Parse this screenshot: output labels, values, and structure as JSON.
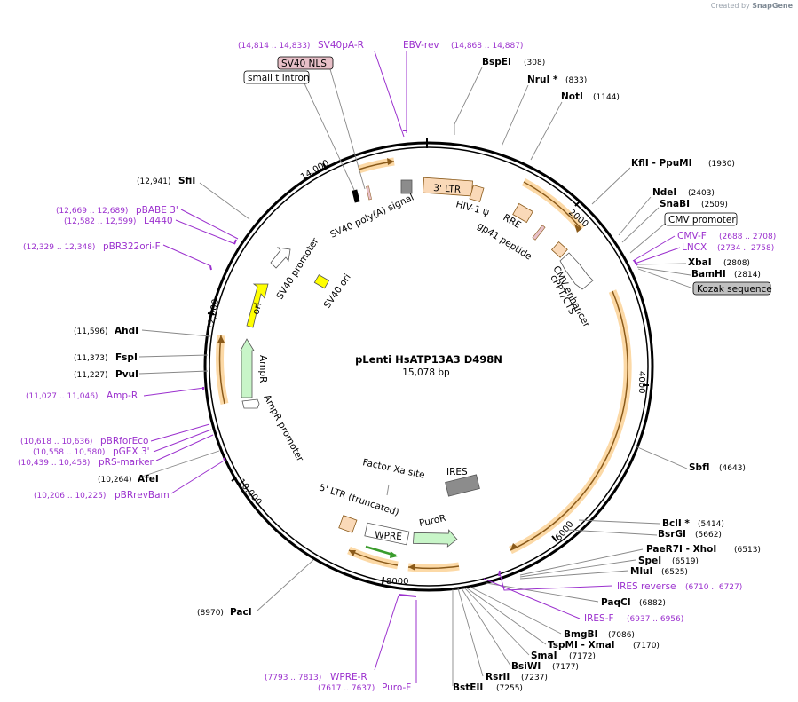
{
  "credit": {
    "prefix": "Created by",
    "brand": "SnapGene"
  },
  "plasmid": {
    "name": "pLenti HsATP13A3 D498N",
    "size_label": "15,078 bp"
  },
  "ticks": [
    "2000",
    "4000",
    "6000",
    "8000",
    "10,000",
    "12,000",
    "14,000"
  ],
  "enzymes": [
    {
      "name": "BspEI",
      "pos": "(308)"
    },
    {
      "name": "NruI *",
      "pos": "(833)"
    },
    {
      "name": "NotI",
      "pos": "(1144)"
    },
    {
      "name": "KflI - PpuMI",
      "pos": "(1930)"
    },
    {
      "name": "NdeI",
      "pos": "(2403)"
    },
    {
      "name": "SnaBI",
      "pos": "(2509)"
    },
    {
      "name": "XbaI",
      "pos": "(2808)"
    },
    {
      "name": "BamHI",
      "pos": "(2814)"
    },
    {
      "name": "SbfI",
      "pos": "(4643)"
    },
    {
      "name": "BclI *",
      "pos": "(5414)"
    },
    {
      "name": "BsrGI",
      "pos": "(5662)"
    },
    {
      "name": "PaeR7I - XhoI",
      "pos": "(6513)"
    },
    {
      "name": "SpeI",
      "pos": "(6519)"
    },
    {
      "name": "MluI",
      "pos": "(6525)"
    },
    {
      "name": "PaqCI",
      "pos": "(6882)"
    },
    {
      "name": "BmgBI",
      "pos": "(7086)"
    },
    {
      "name": "TspMI - XmaI",
      "pos": "(7170)"
    },
    {
      "name": "SmaI",
      "pos": "(7172)"
    },
    {
      "name": "BsiWI",
      "pos": "(7177)"
    },
    {
      "name": "RsrII",
      "pos": "(7237)"
    },
    {
      "name": "BstEII",
      "pos": "(7255)"
    },
    {
      "name": "PacI",
      "pos": "(8970)"
    },
    {
      "name": "AfeI",
      "pos": "(10,264)"
    },
    {
      "name": "PvuI",
      "pos": "(11,227)"
    },
    {
      "name": "FspI",
      "pos": "(11,373)"
    },
    {
      "name": "AhdI",
      "pos": "(11,596)"
    },
    {
      "name": "SfiI",
      "pos": "(12,941)"
    }
  ],
  "primers": [
    {
      "name": "SV40pA-R",
      "pos": "(14,814 .. 14,833)"
    },
    {
      "name": "EBV-rev",
      "pos": "(14,868 .. 14,887)"
    },
    {
      "name": "CMV-F",
      "pos": "(2688 .. 2708)"
    },
    {
      "name": "LNCX",
      "pos": "(2734 .. 2758)"
    },
    {
      "name": "IRES reverse",
      "pos": "(6710 .. 6727)"
    },
    {
      "name": "IRES-F",
      "pos": "(6937 .. 6956)"
    },
    {
      "name": "WPRE-R",
      "pos": "(7793 .. 7813)"
    },
    {
      "name": "Puro-F",
      "pos": "(7617 .. 7637)"
    },
    {
      "name": "pBRrevBam",
      "pos": "(10,206 .. 10,225)"
    },
    {
      "name": "pRS-marker",
      "pos": "(10,439 .. 10,458)"
    },
    {
      "name": "pGEX 3'",
      "pos": "(10,558 .. 10,580)"
    },
    {
      "name": "pBRforEco",
      "pos": "(10,618 .. 10,636)"
    },
    {
      "name": "Amp-R",
      "pos": "(11,027 .. 11,046)"
    },
    {
      "name": "pBR322ori-F",
      "pos": "(12,329 .. 12,348)"
    },
    {
      "name": "L4440",
      "pos": "(12,582 .. 12,599)"
    },
    {
      "name": "pBABE 3'",
      "pos": "(12,669 .. 12,689)"
    }
  ],
  "boxed_labels": {
    "sv40_nls": "SV40 NLS",
    "small_t_intron": "small t intron",
    "cmv_promoter": "CMV promoter",
    "kozak": "Kozak sequence"
  },
  "features": {
    "sv40_polya": "SV40 poly(A) signal",
    "ltr3": "3' LTR",
    "hiv1": "HIV-1 ψ",
    "rre": "RRE",
    "gp41": "gp41 peptide",
    "cmv_enhancer": "CMV enhancer",
    "cppt": "cPPT/CTS",
    "sv40_promoter": "SV40 promoter",
    "sv40_ori": "SV40 ori",
    "ori": "ori",
    "ampr": "AmpR",
    "ampr_promoter": "AmpR promoter",
    "factor_xa": "Factor Xa site",
    "ires": "IRES",
    "ltr5": "5' LTR (truncated)",
    "puror": "PuroR",
    "wpre": "WPRE"
  },
  "colors": {
    "backbone": "#000000",
    "orf_arrow": "#f5a623",
    "primer": "#9b30ce",
    "ltr_fill": "#fad9b8",
    "ampr_fill": "#c8f5c8",
    "ori_fill": "#ffff00",
    "ires_fill": "#8c8c8c",
    "nls_fill": "#e8c0c8",
    "kozak_fill": "#c0c0c0"
  }
}
